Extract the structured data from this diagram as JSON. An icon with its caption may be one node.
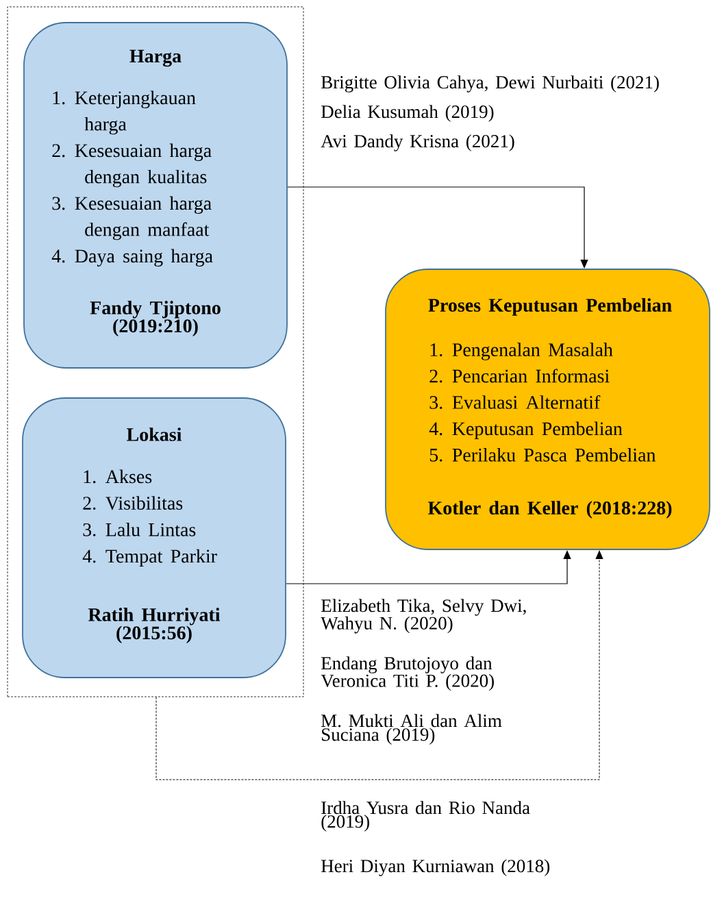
{
  "diagram": {
    "nodes": [
      {
        "text": [],
        "shape": "box"
      },
      {
        "text": [
          "Harga",
          "1. Keterjangkauan harga",
          "2. Kesesuaian harga dengan kualitas",
          "3. Kesesuaian harga dengan manfaat",
          "4. Daya saing harga",
          "Fandy Tjiptono (2019:210)"
        ],
        "in": 0
      },
      {
        "text": [
          "Lokasi",
          "1. Akses",
          "2. Visibilitas",
          "3. Lalu Lintas",
          "4. Tempat Parkir",
          "Ratih Hurriyati (2015:56)"
        ],
        "in": 0
      },
      {
        "text": [
          "Proses Keputusan Pembelian",
          "1. Pengenalan Masalah",
          "2. Pencarian Informasi",
          "3. Evaluasi Alternatif",
          "4. Keputusan Pembelian",
          "5. Perilaku Pasca Pembelian",
          "Kotler dan Keller (2018:228)"
        ]
      }
    ],
    "edges": [
      {
        "from": 1,
        "to": 3,
        "arrow": "to"
      },
      {
        "from": 2,
        "to": 3,
        "arrow": "to"
      },
      {
        "from": 0,
        "to": 3,
        "arrow": "to",
        "style": "dashed"
      }
    ],
    "labels": [
      "Brigitte Olivia Cahya, Dewi Nurbaiti (2021)",
      "Delia Kusumah (2019)",
      "Avi Dandy Krisna (2021)",
      "Elizabeth Tika, Selvy Dwi, Wahyu N. (2020)",
      "Endang Brutojoyo dan Veronica Titi P. (2020)",
      "M. Mukti Ali dan Alim Suciana (2019)",
      "Irdha Yusra dan Rio Nanda (2019)",
      "Heri Diyan Kurniawan (2018)"
    ]
  }
}
